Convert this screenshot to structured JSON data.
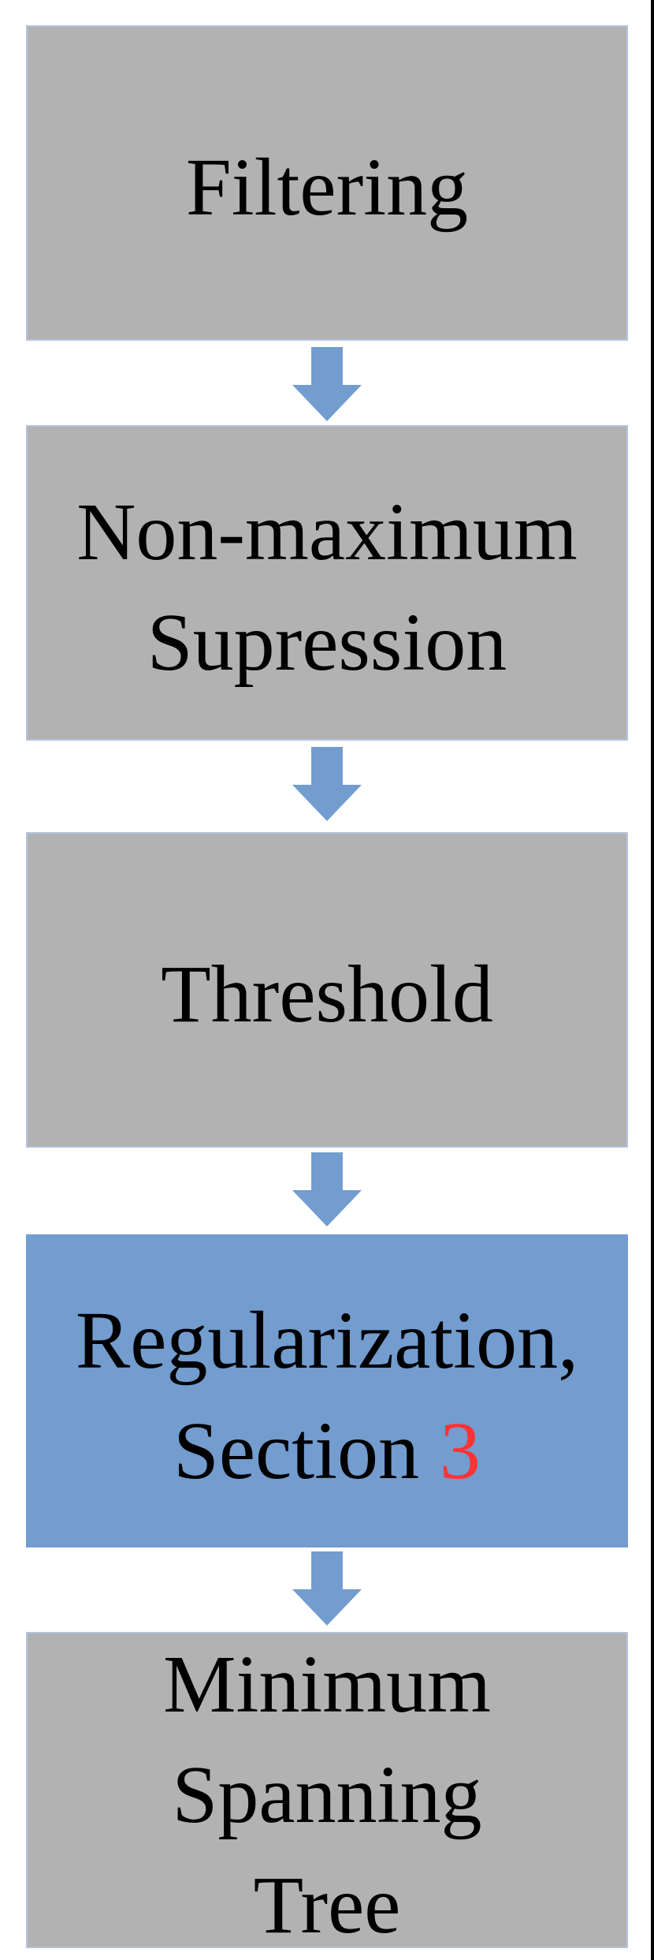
{
  "flowchart": {
    "nodes": [
      {
        "id": "filtering",
        "lines": [
          "Filtering"
        ],
        "fill": "#b2b2b2",
        "highlighted": false
      },
      {
        "id": "non-maximum-supression",
        "lines": [
          "Non-maximum",
          "Supression"
        ],
        "fill": "#b2b2b2",
        "highlighted": false
      },
      {
        "id": "threshold",
        "lines": [
          "Threshold"
        ],
        "fill": "#b2b2b2",
        "highlighted": false
      },
      {
        "id": "regularization",
        "lines": [
          "Regularization,"
        ],
        "line2_prefix": "Section ",
        "line2_number": "3",
        "fill": "#739ccf",
        "highlighted": true
      },
      {
        "id": "minimum-spanning-tree",
        "lines": [
          "Minimum",
          "Spanning",
          "Tree"
        ],
        "fill": "#b2b2b2",
        "highlighted": false
      }
    ],
    "colors": {
      "node_gray_fill": "#b2b2b2",
      "node_border": "#b5c4dc",
      "highlight_node_fill": "#739ccf",
      "arrow_fill": "#739ccf",
      "text": "#000000",
      "number_highlight": "#ff3333",
      "right_edge_line": "#000000"
    }
  }
}
